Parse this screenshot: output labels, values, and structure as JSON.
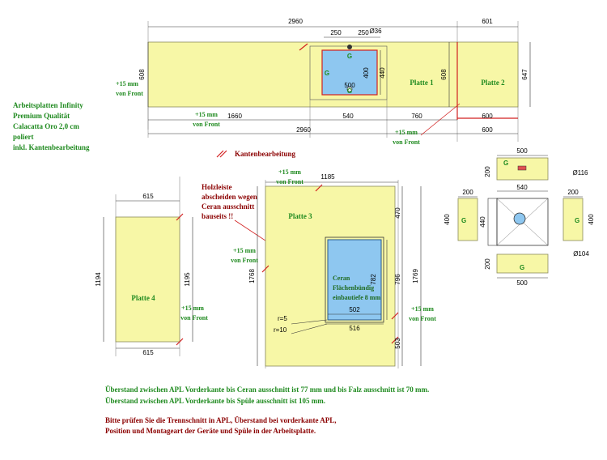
{
  "colors": {
    "slab_fill": "#f7f7a6",
    "sink_fill": "#8ec7f0",
    "edge_red": "#d22020",
    "text_green": "#1f8a1f",
    "text_darkred": "#8b0000"
  },
  "top_plan": {
    "dims": {
      "total_top": "2960",
      "right_top": "601",
      "cut_250a": "250",
      "cut_250b": "250",
      "hole_d": "Ø36",
      "depth_left": "608",
      "depth_mid": "608",
      "depth_right": "647",
      "sink_500": "500",
      "sink_400": "400",
      "sink_440": "440",
      "bottom_1660": "1660",
      "bottom_540": "540",
      "bottom_760": "760",
      "bottom_2960": "2960",
      "right_600a": "600",
      "right_600b": "600"
    },
    "labels": {
      "plate1": "Platte 1",
      "plate2": "Platte 2",
      "overhang_left_1": "+15 mm",
      "overhang_left_2": "von Front",
      "overhang_mid_1": "+15 mm",
      "overhang_mid_2": "von Front",
      "overhang_right_1": "+15 mm",
      "overhang_right_2": "von Front",
      "g1": "G",
      "g2": "G",
      "g3": "G"
    }
  },
  "material": {
    "line1": "Arbeitsplatten Infinity",
    "line2": "Premium Qualität",
    "line3": "Calacatta Oro 2,0 cm",
    "line4": "poliert",
    "line5": "inkl. Kantenbearbeitung"
  },
  "legend": {
    "edge_label": "Kantenbearbeitung"
  },
  "plate4": {
    "name": "Platte 4",
    "width_top": "615",
    "width_bottom": "615",
    "height_left": "1194",
    "height_right": "1195",
    "overhang_1": "+15 mm",
    "overhang_2": "von Front"
  },
  "plate3": {
    "name": "Platte 3",
    "width_top": "1185",
    "height_left": "1768",
    "height_right": "1769",
    "dim_470": "470",
    "dim_796": "796",
    "dim_503": "503",
    "dim_782": "782",
    "dim_502": "502",
    "dim_516": "516",
    "r5": "r=5",
    "r10": "r=10",
    "overhang_top_1": "+15 mm",
    "overhang_top_2": "von Front",
    "overhang_left_1": "+15 mm",
    "overhang_left_2": "von Front",
    "overhang_right_1": "+15 mm",
    "overhang_right_2": "von Front",
    "ceran_1": "Ceran",
    "ceran_2": "Flächenbündig",
    "ceran_3": "einbautiefe 8 mm"
  },
  "holz_note": {
    "line1": "Holzleiste",
    "line2": "abscheiden wegen",
    "line3": "Ceran ausschnitt",
    "line4": "bauseits !!"
  },
  "sink_detail": {
    "top_500": "500",
    "top_200": "200",
    "dia_116": "Ø116",
    "dim_540": "540",
    "left_200": "200",
    "right_200": "200",
    "left_400": "400",
    "mid_440": "440",
    "right_400": "400",
    "dia_104": "Ø104",
    "bottom_200": "200",
    "bottom_500": "500",
    "g_top": "G",
    "g_left": "G",
    "g_right": "G",
    "g_bottom": "G"
  },
  "notes": {
    "green1": "Überstand zwischen APL Vorderkante bis Ceran ausschnitt ist 77 mm und bis Falz ausschnitt ist 70 mm.",
    "green2": "Überstand zwischen APL Vorderkante bis Spüle ausschnitt ist 105 mm.",
    "red1": "Bitte prüfen Sie die Trennschnitt in APL, Überstand bei vorderkante APL,",
    "red2": "Position und Montageart der Geräte und Spüle in der Arbeitsplatte."
  }
}
